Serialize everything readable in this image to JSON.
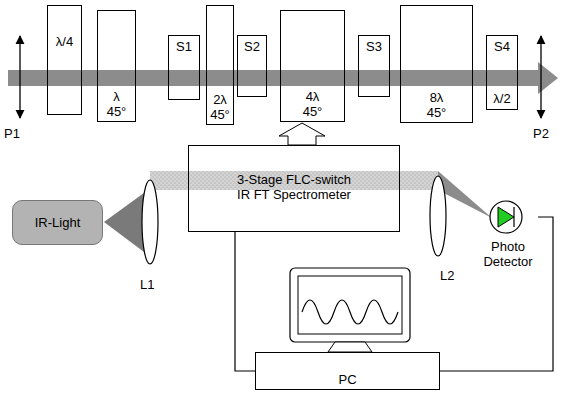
{
  "diagram": {
    "nodes": [
      {
        "text": [
          "λ/4"
        ]
      },
      {
        "text": [
          "λ",
          "45°"
        ]
      },
      {
        "text": [
          "S1"
        ]
      },
      {
        "text": [
          "2λ",
          "45°"
        ]
      },
      {
        "text": [
          "S2"
        ]
      },
      {
        "text": [
          "4λ",
          "45°"
        ]
      },
      {
        "text": [
          "S3"
        ]
      },
      {
        "text": [
          "8λ",
          "45°"
        ]
      },
      {
        "text": [
          "S4",
          "λ/2"
        ]
      },
      {
        "text": [
          "3-Stage FLC-switch",
          "IR FT Spectrometer"
        ]
      },
      {
        "text": [
          "IR-Light"
        ]
      },
      {
        "text": [
          "Photo Detector"
        ]
      },
      {
        "text": [
          "PC"
        ]
      }
    ],
    "edges": [
      {
        "from": 9,
        "to": 12,
        "arrow": "none"
      },
      {
        "from": 12,
        "to": 11,
        "arrow": "none"
      }
    ],
    "labels": [
      "P1",
      "P2",
      "L1",
      "L2"
    ]
  }
}
